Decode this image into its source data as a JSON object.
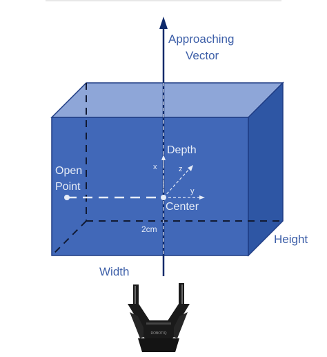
{
  "labels": {
    "approaching_line1": "Approaching",
    "approaching_line2": "Vector",
    "depth": "Depth",
    "open_line1": "Open",
    "open_line2": "Point",
    "center": "Center",
    "offset": "2cm",
    "height": "Height",
    "width": "Width",
    "axis_x": "x",
    "axis_y": "y",
    "axis_z": "z",
    "gripper_brand": "ROBOTIQ"
  },
  "colors": {
    "front_face": "#4168b8",
    "top_face": "#8ea6d8",
    "side_face": "#2e56a4",
    "edge": "#1f3c84",
    "vector": "#0e2a6b",
    "label_blue": "#3d5fa8",
    "dashed_white": "#e6ecf7",
    "gripper": "#1a1a1a",
    "gripper_highlight": "#6a6a6a"
  },
  "icons": [
    "gripper-icon"
  ]
}
